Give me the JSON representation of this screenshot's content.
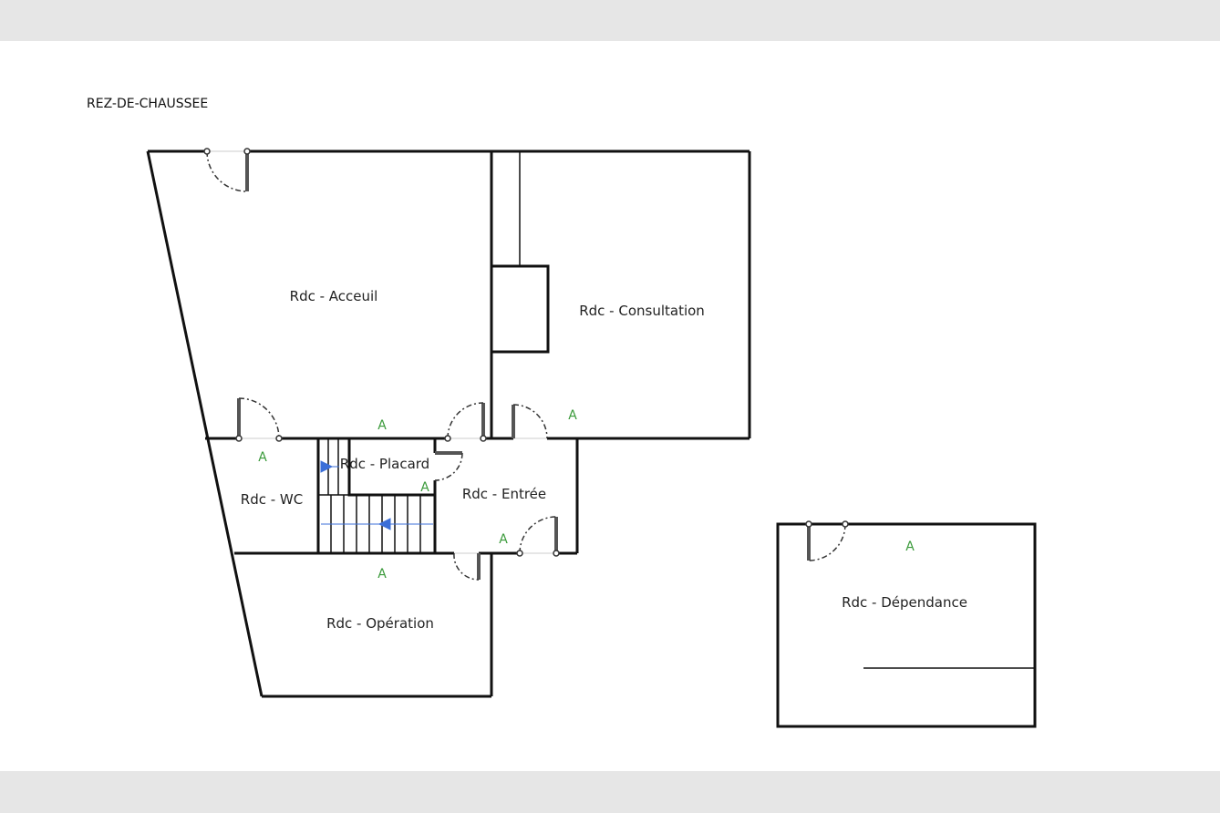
{
  "title": "REZ-DE-CHAUSSEE",
  "rooms": {
    "accueil": "Rdc - Acceuil",
    "consultation": "Rdc - Consultation",
    "placard": "Rdc - Placard",
    "wc": "Rdc - WC",
    "entree": "Rdc - Entrée",
    "operation": "Rdc - Opération",
    "dependance": "Rdc - Dépendance"
  },
  "marker": "A",
  "colors": {
    "wall": "#111111",
    "marker": "#3a9a3a",
    "arrow": "#3b6fd8",
    "band": "#e6e6e6"
  }
}
